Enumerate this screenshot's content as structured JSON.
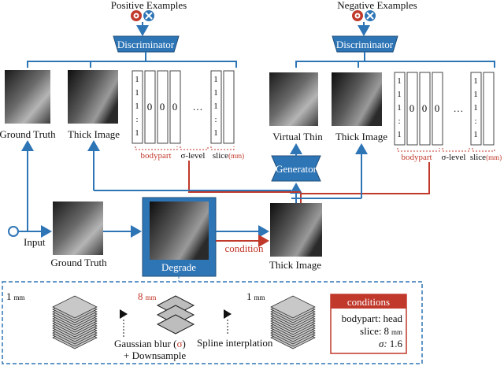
{
  "discriminator_label": "Discriminator",
  "generator_label": "Generator",
  "degrade_label": "Degrade",
  "positive": {
    "title": "Positive Examples",
    "image1_label": "Ground Truth",
    "image2_label": "Thick Image"
  },
  "negative": {
    "title": "Negative Examples",
    "image1_label": "Virtual Thin",
    "image2_label": "Thick Image"
  },
  "code_groups": {
    "bodypart": "bodypart",
    "sigma_level": "σ-level",
    "slice": "slice",
    "slice_unit": "(mm)"
  },
  "code_cells": [
    "1",
    "1",
    "1",
    ":",
    "1"
  ],
  "zero_label": "0",
  "ellipsis": "…",
  "input_label": "Input",
  "bottom_gt_label": "Ground Truth",
  "bottom_thick_label": "Thick Image",
  "condition_label": "condition",
  "pipeline": {
    "thin_left": "1",
    "thick_middle": "8",
    "thin_right": "1",
    "unit": "mm",
    "blur_label": "Gaussian blur (",
    "blur_sigma": "σ",
    "blur_close": ")",
    "downsample_label": "+ Downsample",
    "spline_label": "Spline interplation"
  },
  "conditions": {
    "title": "conditions",
    "bodypart_key": "bodypart:",
    "bodypart_value": "head",
    "slice_key": "slice:",
    "slice_value": "8",
    "slice_unit": "mm",
    "sigma_key": "σ:",
    "sigma_value": "1.6"
  },
  "colors": {
    "blue": "#2e75b6",
    "red": "#c0392b",
    "box_blue": "#4472c4"
  }
}
